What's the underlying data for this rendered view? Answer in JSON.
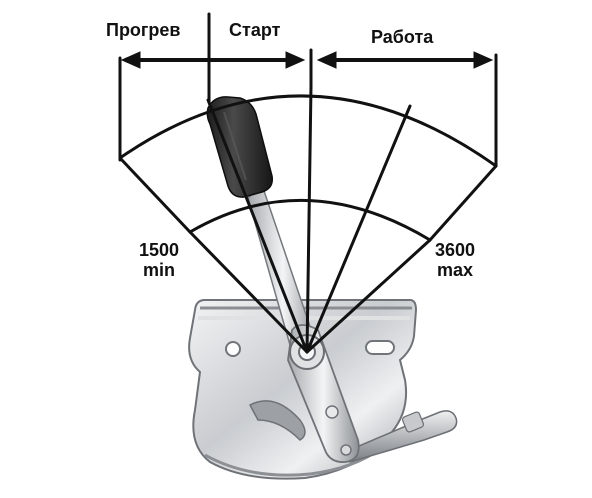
{
  "labels": {
    "progrev": "Прогрев",
    "start": "Старт",
    "rabota": "Работа",
    "min_value": "1500",
    "min_text": "min",
    "max_value": "3600",
    "max_text": "max"
  },
  "colors": {
    "ink": "#111111",
    "metal_light": "#e6e8ea",
    "metal_mid": "#b9bcc0",
    "metal_dark": "#7c8086",
    "handle": "#2b2b2b"
  }
}
